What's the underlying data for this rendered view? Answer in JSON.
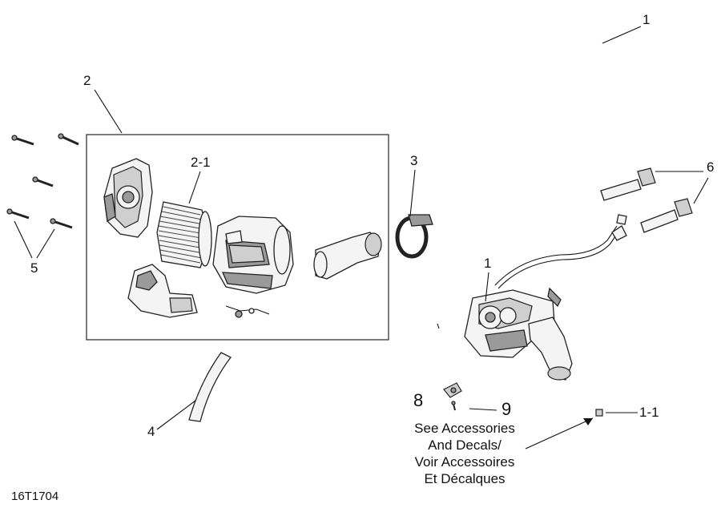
{
  "labels": {
    "assembly_1": "1",
    "assembly_1_sub": "1",
    "box_2": "2",
    "filter_2_1": "2-1",
    "clamp_3": "3",
    "hose_4": "4",
    "screws_5": "5",
    "bolts_6": "6",
    "item_8": "8",
    "item_9": "9",
    "item_1_1": "1-1"
  },
  "note": {
    "line1": "See Accessories",
    "line2": "And Decals/",
    "line3": "Voir Accessoires",
    "line4": "Et Décalques"
  },
  "diagram_code": "16T1704"
}
